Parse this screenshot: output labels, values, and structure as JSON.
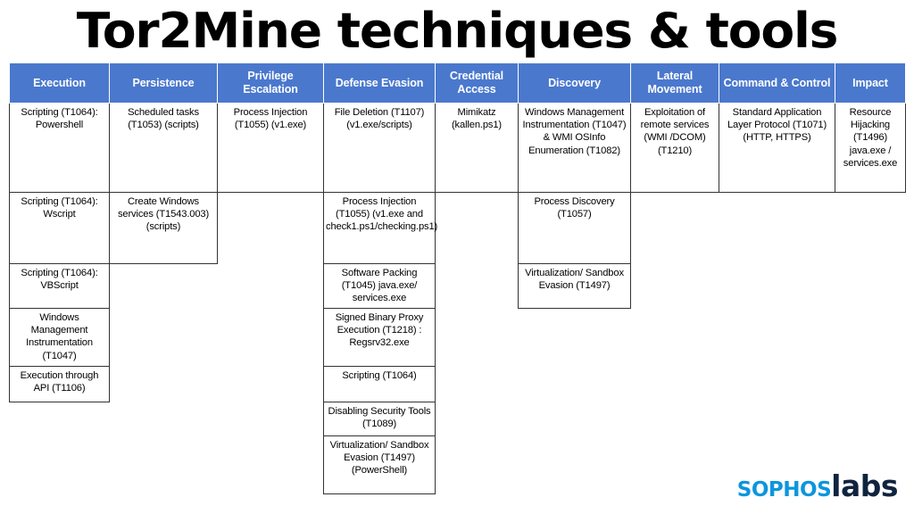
{
  "title": "Tor2Mine techniques & tools",
  "colors": {
    "header_blue": "#4a78cd",
    "header_text": "#ffffff",
    "cell_border": "#333333",
    "logo_blue": "#0b96dd",
    "logo_navy": "#10243f",
    "background": "#ffffff"
  },
  "logo": {
    "part1": "sophos",
    "part2": "labs"
  },
  "chart_data": {
    "type": "table",
    "title": "Tor2Mine techniques & tools",
    "columns": [
      "Execution",
      "Persistence",
      "Privilege Escalation",
      "Defense Evasion",
      "Credential Access",
      "Discovery",
      "Lateral Movement",
      "Command & Control",
      "Impact"
    ],
    "rows": [
      [
        "Scripting (T1064): Powershell",
        "Scheduled tasks (T1053) (scripts)",
        "Process Injection (T1055) (v1.exe)",
        "File Deletion (T1107) (v1.exe/scripts)",
        "Mimikatz (kallen.ps1)",
        "Windows Management Instrumentation (T1047) &  WMI OSInfo Enumeration (T1082)",
        "Exploitation of remote services (WMI /DCOM) (T1210)",
        "Standard Application Layer Protocol (T1071) (HTTP, HTTPS)",
        "Resource Hijacking (T1496) java.exe / services.exe"
      ],
      [
        "Scripting (T1064): Wscript",
        "Create Windows services (T1543.003) (scripts)",
        "",
        "Process Injection (T1055) (v1.exe and check1.ps1/checking.ps1)",
        "",
        "Process Discovery (T1057)",
        "",
        "",
        ""
      ],
      [
        "Scripting (T1064): VBScript",
        "",
        "",
        "Software Packing (T1045) java.exe/ services.exe",
        "",
        "Virtualization/ Sandbox Evasion (T1497)",
        "",
        "",
        ""
      ],
      [
        "Windows Management Instrumentation (T1047)",
        "",
        "",
        "Signed Binary Proxy Execution (T1218) : Regsrv32.exe",
        "",
        "",
        "",
        "",
        ""
      ],
      [
        "Execution through API (T1106)",
        "",
        "",
        "Scripting (T1064)",
        "",
        "",
        "",
        "",
        ""
      ],
      [
        "",
        "",
        "",
        "Disabling Security Tools (T1089)",
        "",
        "",
        "",
        "",
        ""
      ],
      [
        "",
        "",
        "",
        "Virtualization/ Sandbox Evasion (T1497) (PowerShell)",
        "",
        "",
        "",
        "",
        ""
      ]
    ]
  }
}
